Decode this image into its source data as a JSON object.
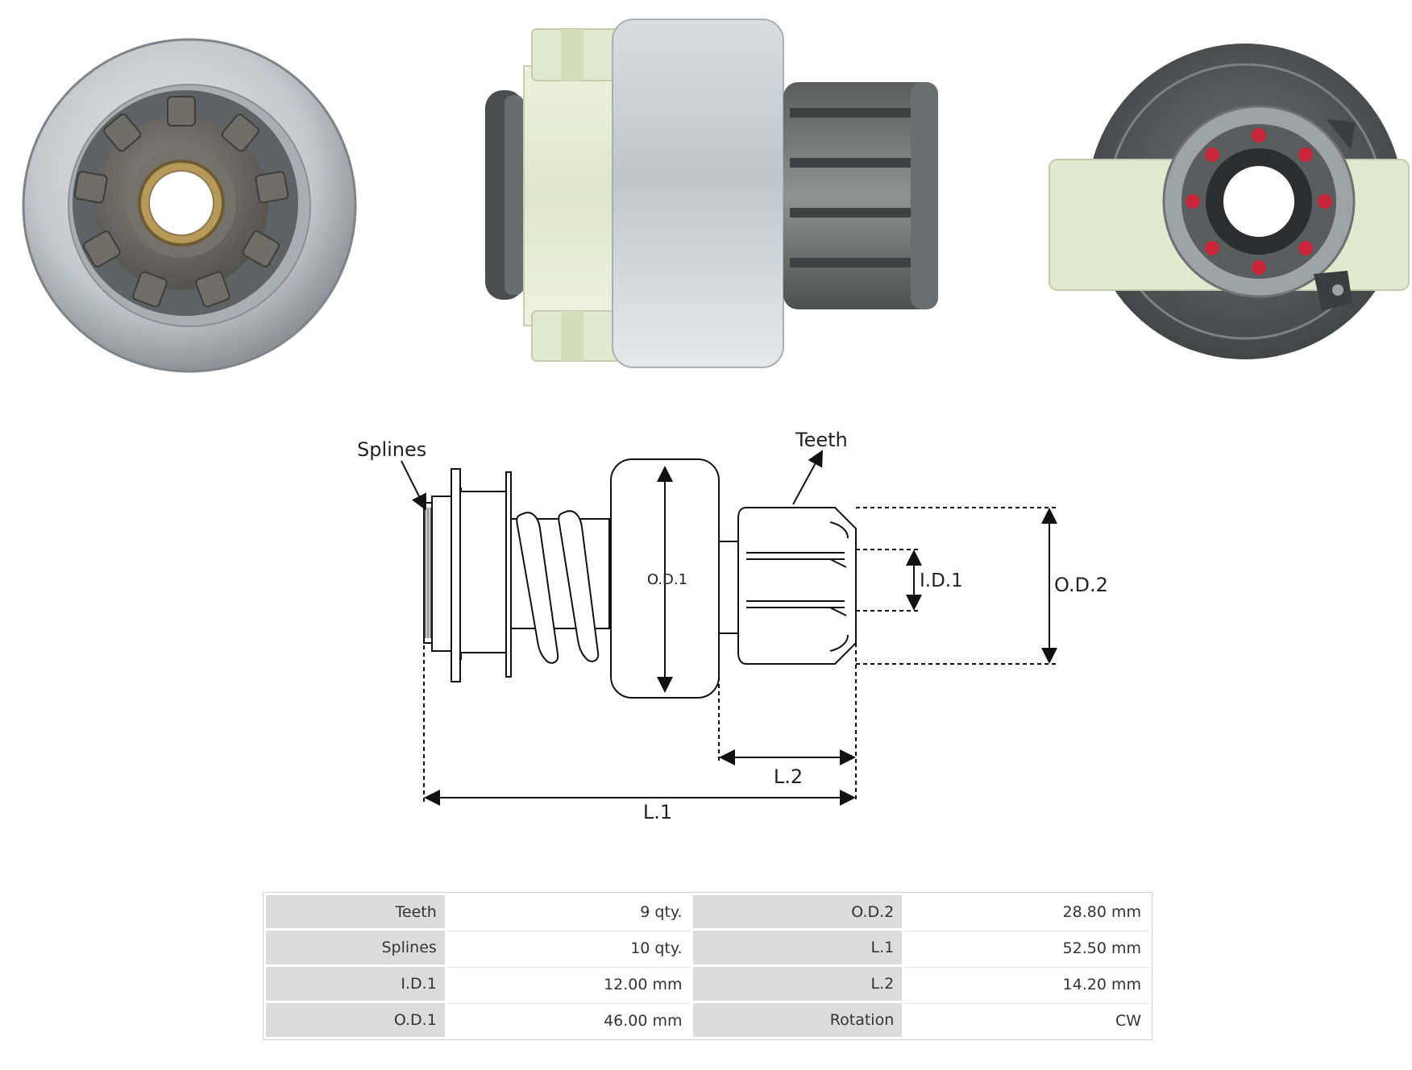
{
  "diagram": {
    "labels": {
      "splines": "Splines",
      "teeth": "Teeth",
      "od1": "O.D.1",
      "id1": "I.D.1",
      "od2": "O.D.2",
      "l1": "L.1",
      "l2": "L.2"
    }
  },
  "specs": {
    "rows": [
      {
        "label_a": "Teeth",
        "value_a": "9 qty.",
        "label_b": "O.D.2",
        "value_b": "28.80 mm"
      },
      {
        "label_a": "Splines",
        "value_a": "10 qty.",
        "label_b": "L.1",
        "value_b": "52.50 mm"
      },
      {
        "label_a": "I.D.1",
        "value_a": "12.00 mm",
        "label_b": "L.2",
        "value_b": "14.20 mm"
      },
      {
        "label_a": "O.D.1",
        "value_a": "46.00 mm",
        "label_b": "Rotation",
        "value_b": "CW"
      }
    ]
  },
  "colors": {
    "steel": "#b9bfc4",
    "dark_steel": "#5c5f60",
    "nylon": "#e4ead0",
    "brass": "#b79a5a",
    "red_marking": "#c8243a",
    "table_label_bg": "#dcdcdc"
  }
}
